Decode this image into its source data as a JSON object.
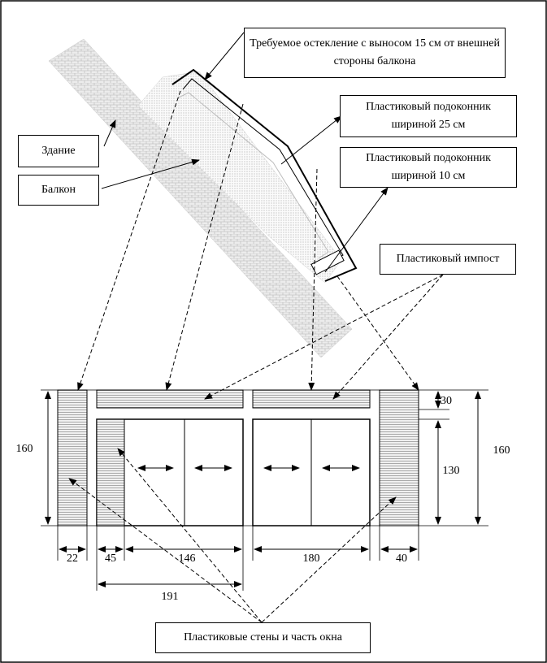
{
  "callouts": {
    "glazing": "Требуемое остекление с выносом 15 см от внешней стороны балкона",
    "sill_25": "Пластиковый подоконник шириной 25 см",
    "sill_10": "Пластиковый подоконник шириной 10 см",
    "building": "Здание",
    "balcony": "Балкон",
    "impost": "Пластиковый импост",
    "walls": "Пластиковые стены и часть окна"
  },
  "dimensions": {
    "left_height": "160",
    "right_height": "160",
    "top_band": "30",
    "window_height": "130",
    "w_22": "22",
    "w_45": "45",
    "w_146": "146",
    "w_180": "180",
    "w_40": "40",
    "w_191": "191"
  }
}
